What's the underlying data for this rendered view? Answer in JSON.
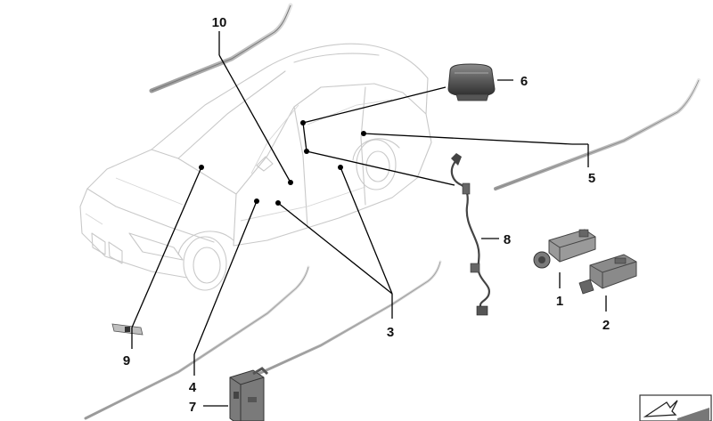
{
  "diagram": {
    "callouts": [
      {
        "id": "callout-1",
        "number": "1"
      },
      {
        "id": "callout-2",
        "number": "2"
      },
      {
        "id": "callout-3",
        "number": "3"
      },
      {
        "id": "callout-4",
        "number": "4"
      },
      {
        "id": "callout-5",
        "number": "5"
      },
      {
        "id": "callout-6",
        "number": "6"
      },
      {
        "id": "callout-7",
        "number": "7"
      },
      {
        "id": "callout-8",
        "number": "8"
      },
      {
        "id": "callout-9",
        "number": "9"
      },
      {
        "id": "callout-10",
        "number": "10"
      }
    ],
    "parts": [
      {
        "callout": "1",
        "icon": "sensor-connector-icon"
      },
      {
        "callout": "2",
        "icon": "sensor-connector-icon"
      },
      {
        "callout": "3",
        "icon": "door-seal-strip-icon"
      },
      {
        "callout": "4",
        "icon": "sill-strip-icon"
      },
      {
        "callout": "5",
        "icon": "side-strip-icon"
      },
      {
        "callout": "6",
        "icon": "grab-handle-cover-icon"
      },
      {
        "callout": "7",
        "icon": "control-unit-icon"
      },
      {
        "callout": "8",
        "icon": "wiring-harness-icon"
      },
      {
        "callout": "9",
        "icon": "small-clip-icon"
      },
      {
        "callout": "10",
        "icon": "roof-strip-icon"
      }
    ],
    "corner_icon": "folder-tab-icon"
  }
}
